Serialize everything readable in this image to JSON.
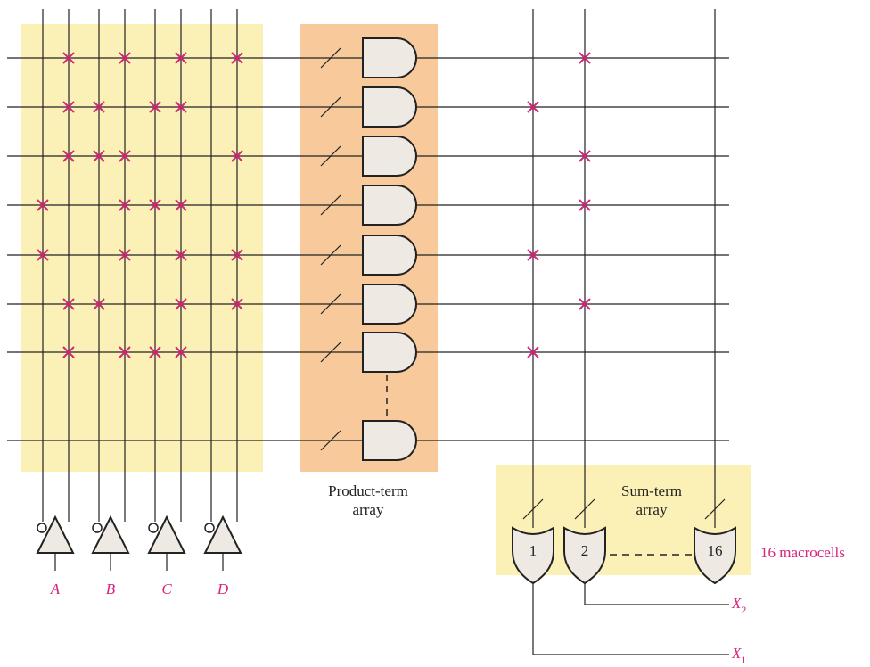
{
  "colors": {
    "panel_yellow": "#fbf1b7",
    "panel_orange": "#f8c99a",
    "gate_fill": "#eeeae3",
    "line": "#222222",
    "fuse_mark": "#d8247a",
    "label_accent": "#d8247a"
  },
  "inputs": [
    {
      "name": "A"
    },
    {
      "name": "B"
    },
    {
      "name": "C"
    },
    {
      "name": "D"
    }
  ],
  "product_array": {
    "line1": "Product-term",
    "line2": "array"
  },
  "sum_array": {
    "line1": "Sum-term",
    "line2": "array"
  },
  "or_gates": [
    {
      "label": "1"
    },
    {
      "label": "2"
    },
    {
      "label": "16"
    }
  ],
  "macrocells_label": "16 macrocells",
  "outputs": [
    {
      "base": "X",
      "sub": "2"
    },
    {
      "base": "X",
      "sub": "1"
    }
  ],
  "fuse_map": {
    "row_1": [
      "A",
      "B",
      "C",
      "D"
    ],
    "row_2": [
      "A",
      "B'",
      "C",
      "C'"
    ],
    "row_3": [
      "A",
      "B",
      "B'",
      "D"
    ],
    "row_4": [
      "A'",
      "B",
      "C",
      "C'"
    ],
    "row_5": [
      "A'",
      "B",
      "C",
      "D"
    ],
    "row_6": [
      "A",
      "B'",
      "C",
      "D"
    ],
    "row_7": [
      "A",
      "B",
      "C",
      "C'"
    ]
  },
  "sum_map": {
    "row_1": "2",
    "row_2": "1",
    "row_3": "2",
    "row_4": "2",
    "row_5": "1",
    "row_6": "2",
    "row_7": "1"
  }
}
